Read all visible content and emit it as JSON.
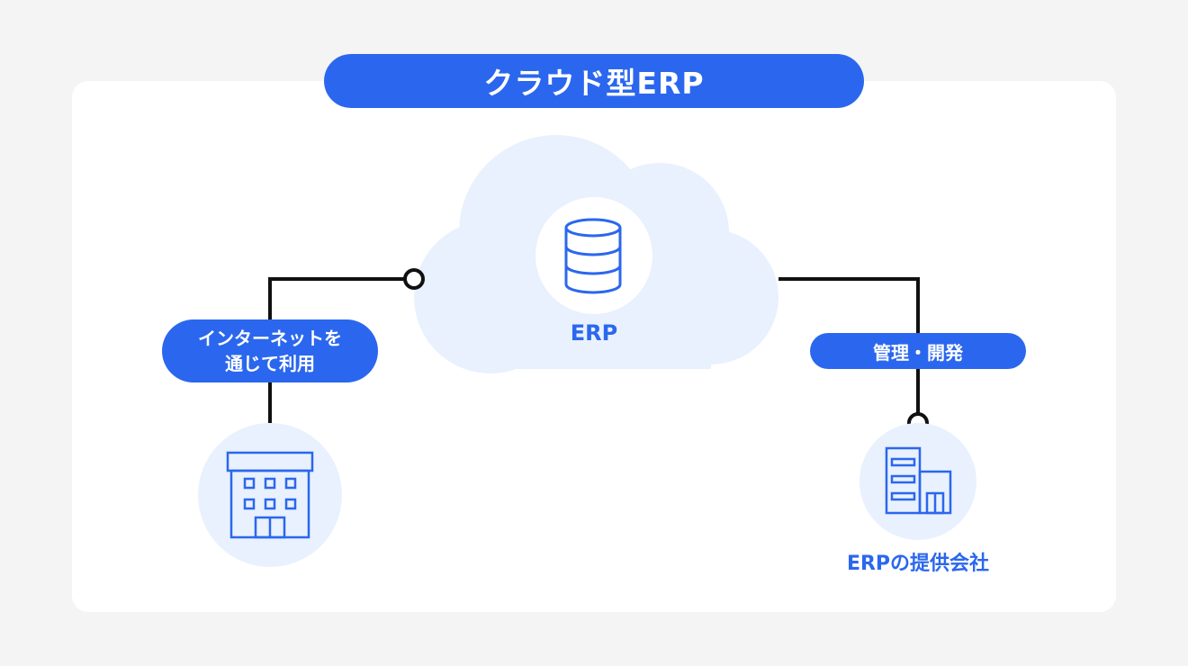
{
  "title": "クラウド型ERP",
  "cloud": {
    "label": "ERP",
    "icon": "database-icon"
  },
  "left_connection": {
    "label_line1": "インターネットを",
    "label_line2": "通じて利用"
  },
  "right_connection": {
    "label": "管理・開発"
  },
  "user_company": {
    "icon": "office-building-icon"
  },
  "provider": {
    "label": "ERPの提供会社",
    "icon": "company-building-icon"
  },
  "colors": {
    "accent": "#2b67ee",
    "cloud_fill": "#e8f1fd",
    "card": "#ffffff",
    "background": "#f5f4f4",
    "line": "#111111"
  }
}
